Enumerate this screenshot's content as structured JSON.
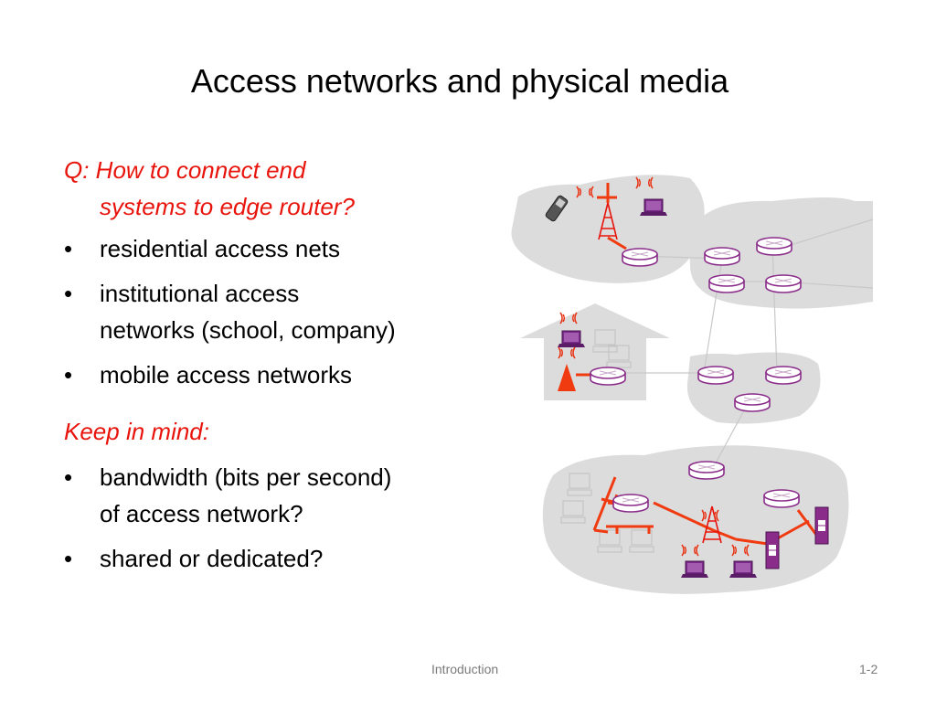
{
  "slide": {
    "title": "Access networks and physical media",
    "question": {
      "line1": "Q: How to connect end",
      "line2": "systems to edge router?"
    },
    "bullets_1": [
      {
        "line1": "residential access nets",
        "line2": ""
      },
      {
        "line1": "institutional access",
        "line2": "networks (school, company)"
      },
      {
        "line1": "mobile access networks",
        "line2": ""
      }
    ],
    "keep_in_mind": "Keep in mind:",
    "bullets_2": [
      {
        "line1": "bandwidth (bits per second)",
        "line2": "of access network?"
      },
      {
        "line1": "shared or dedicated?",
        "line2": ""
      }
    ],
    "bullet_glyph": "•"
  },
  "footer": {
    "center": "Introduction",
    "page": "1-2"
  },
  "colors": {
    "accent_red": "#e8140c",
    "router_purple": "#8a2c8a",
    "link_red": "#f03a10",
    "cloud_gray": "#dcdcdc"
  }
}
